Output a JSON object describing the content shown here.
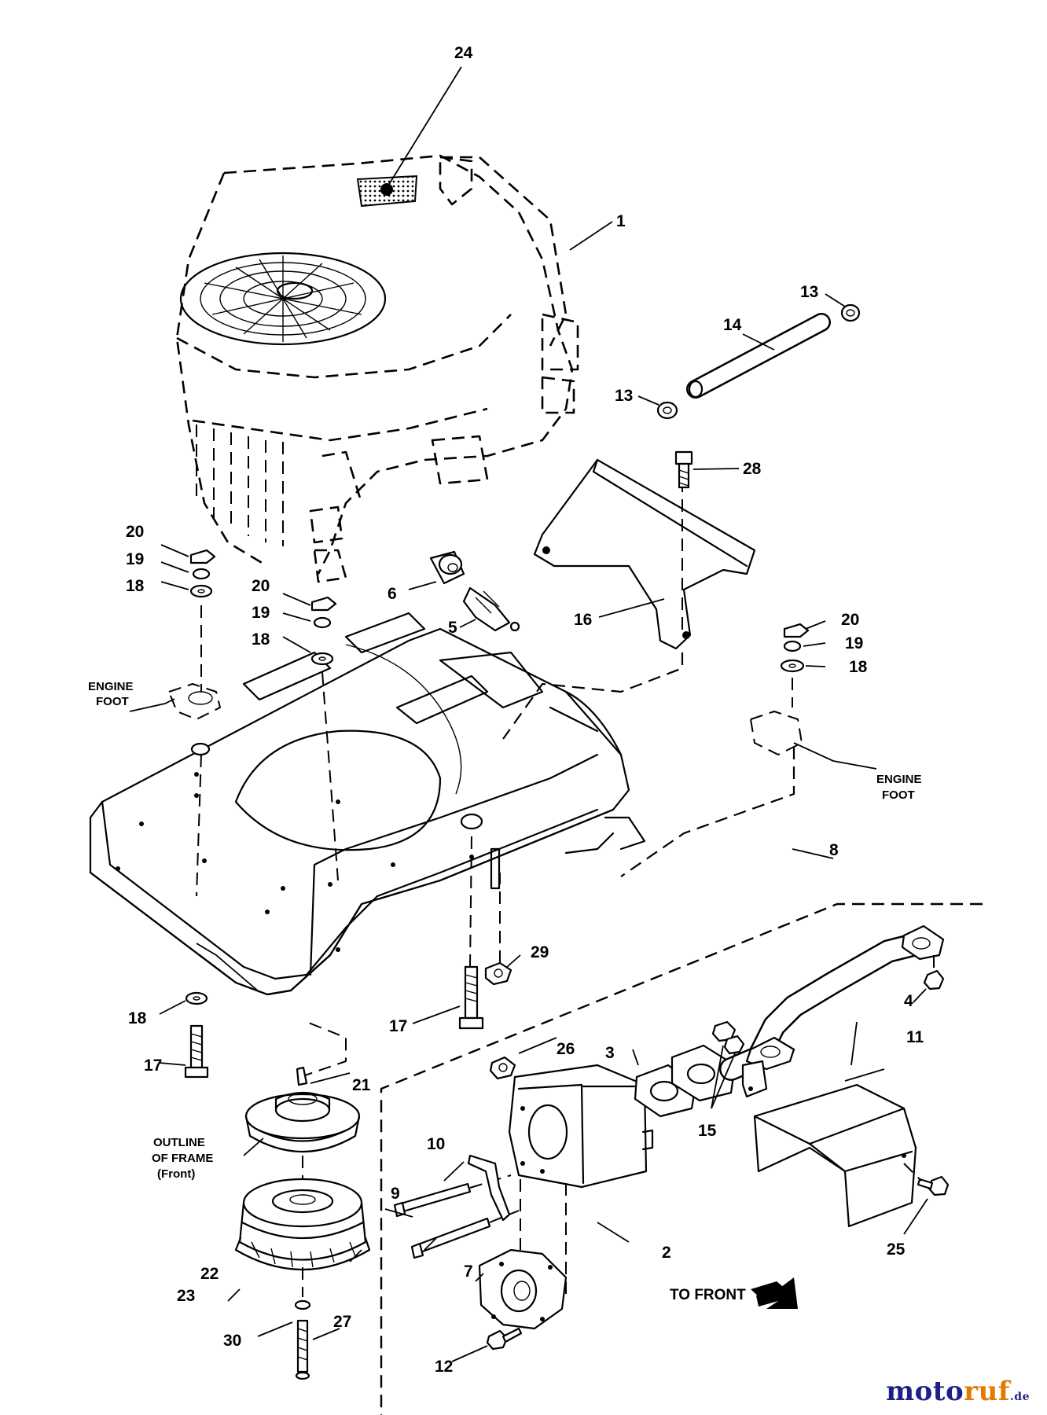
{
  "callouts": [
    "1",
    "2",
    "3",
    "4",
    "5",
    "6",
    "7",
    "8",
    "9",
    "10",
    "11",
    "12",
    "13",
    "13",
    "14",
    "15",
    "16",
    "17",
    "17",
    "18",
    "18",
    "18",
    "18",
    "19",
    "19",
    "19",
    "20",
    "20",
    "20",
    "21",
    "22",
    "23",
    "24",
    "25",
    "26",
    "27",
    "28",
    "29",
    "30"
  ],
  "labels": {
    "engine_foot": [
      "ENGINE",
      "FOOT"
    ],
    "outline_frame": [
      "OUTLINE",
      "OF FRAME",
      "(Front)"
    ],
    "to_front": "TO FRONT"
  },
  "watermark": {
    "part1": "moto",
    "part2": "ruf",
    "part3": ".de"
  }
}
